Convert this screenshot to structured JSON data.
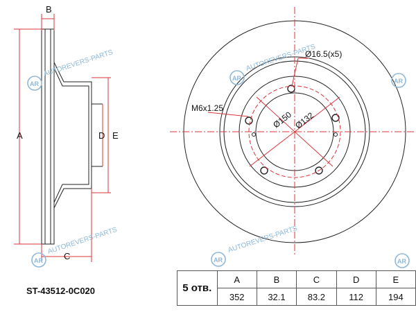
{
  "part_number": "ST-43512-0C020",
  "side_view": {
    "labels": {
      "a": "A",
      "b": "B",
      "c": "C",
      "d": "D",
      "e": "E"
    }
  },
  "front_view": {
    "hole_label": "Ø16.5(x5)",
    "thread_label": "M6x1.25",
    "pcd_label": "Ø132",
    "center_label": "Ø150"
  },
  "watermark": {
    "text": "AUTOREVERS-PARTS",
    "logo": "AR"
  },
  "spec_table": {
    "count_label": "5 отв.",
    "headers": [
      "A",
      "B",
      "C",
      "D",
      "E"
    ],
    "values": [
      "352",
      "32.1",
      "83.2",
      "112",
      "194"
    ]
  },
  "colors": {
    "line": "#222222",
    "dim": "#d9343a",
    "watermark": "#8fb8d8"
  }
}
